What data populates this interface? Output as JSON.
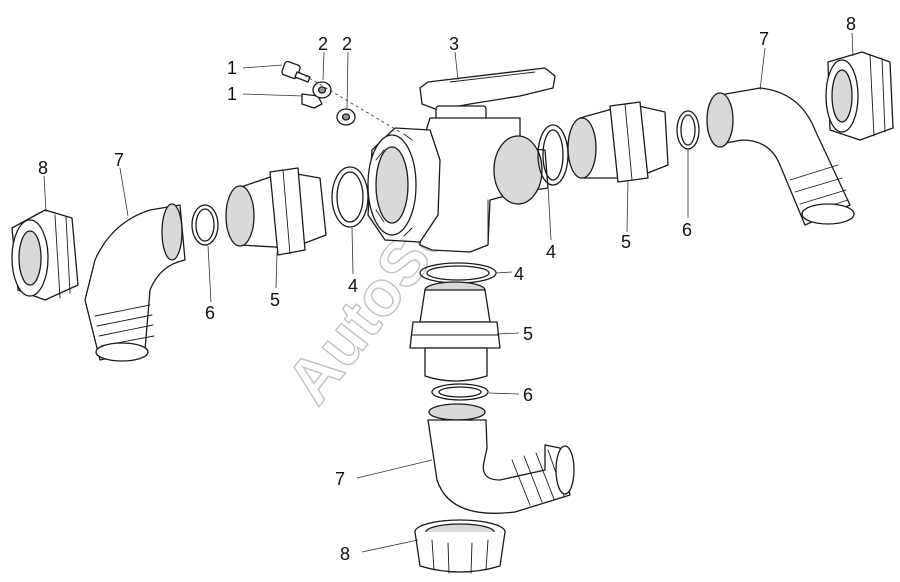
{
  "watermark": "AutoSoft",
  "callouts": [
    {
      "id": "c1a",
      "text": "1"
    },
    {
      "id": "c1b",
      "text": "1"
    },
    {
      "id": "c2a",
      "text": "2"
    },
    {
      "id": "c2b",
      "text": "2"
    },
    {
      "id": "c3",
      "text": "3"
    },
    {
      "id": "c4a",
      "text": "4"
    },
    {
      "id": "c4b",
      "text": "4"
    },
    {
      "id": "c4c",
      "text": "4"
    },
    {
      "id": "c5a",
      "text": "5"
    },
    {
      "id": "c5b",
      "text": "5"
    },
    {
      "id": "c5c",
      "text": "5"
    },
    {
      "id": "c6a",
      "text": "6"
    },
    {
      "id": "c6b",
      "text": "6"
    },
    {
      "id": "c6c",
      "text": "6"
    },
    {
      "id": "c7a",
      "text": "7"
    },
    {
      "id": "c7b",
      "text": "7"
    },
    {
      "id": "c7c",
      "text": "7"
    },
    {
      "id": "c8a",
      "text": "8"
    },
    {
      "id": "c8b",
      "text": "8"
    },
    {
      "id": "c8c",
      "text": "8"
    }
  ]
}
